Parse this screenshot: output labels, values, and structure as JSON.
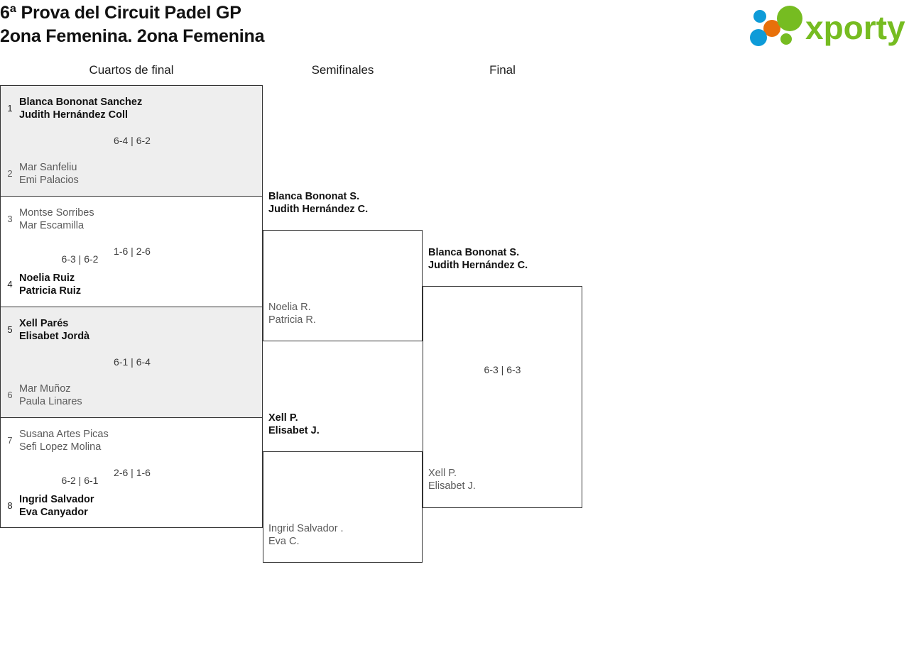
{
  "header": {
    "title_line1": "6ª Prova del Circuit Padel GP",
    "title_line2": "2ona Femenina. 2ona Femenina",
    "logo": {
      "wordmark": "xporty",
      "green": "#76bc21",
      "orange": "#e8700a",
      "blue": "#0e9bd8"
    }
  },
  "rounds": [
    {
      "label": "Cuartos de final"
    },
    {
      "label": "Semifinales"
    },
    {
      "label": "Final"
    }
  ],
  "bracket": {
    "quarterfinals": [
      {
        "shaded": true,
        "score": "6-4 | 6-2",
        "top": {
          "seed": "1",
          "p1": "Blanca Bononat Sanchez",
          "p2": "Judith Hernández Coll",
          "result": "winner"
        },
        "bottom": {
          "seed": "2",
          "p1": "Mar Sanfeliu",
          "p2": "Emi Palacios",
          "result": "loser"
        }
      },
      {
        "shaded": false,
        "score": "1-6 | 2-6",
        "top": {
          "seed": "3",
          "p1": "Montse Sorribes",
          "p2": "Mar Escamilla",
          "result": "loser"
        },
        "bottom": {
          "seed": "4",
          "p1": "Noelia Ruiz",
          "p2": "Patricia Ruiz",
          "result": "winner"
        }
      },
      {
        "shaded": true,
        "score": "6-1 | 6-4",
        "top": {
          "seed": "5",
          "p1": "Xell Parés",
          "p2": "Elisabet Jordà",
          "result": "winner"
        },
        "bottom": {
          "seed": "6",
          "p1": "Mar Muñoz",
          "p2": "Paula Linares",
          "result": "loser"
        }
      },
      {
        "shaded": false,
        "score": "2-6 | 1-6",
        "top": {
          "seed": "7",
          "p1": "Susana Artes Picas",
          "p2": "Sefi Lopez Molina",
          "result": "loser"
        },
        "bottom": {
          "seed": "8",
          "p1": "Ingrid Salvador",
          "p2": "Eva Canyador",
          "result": "winner"
        }
      }
    ],
    "semifinals": [
      {
        "score": "6-3 | 6-2",
        "top": {
          "p1": "Blanca Bononat S.",
          "p2": "Judith Hernández C.",
          "result": "winner"
        },
        "bottom": {
          "p1": "Noelia R.",
          "p2": "Patricia R.",
          "result": "loser"
        }
      },
      {
        "score": "6-2 | 6-1",
        "top": {
          "p1": "Xell P.",
          "p2": "Elisabet J.",
          "result": "winner"
        },
        "bottom": {
          "p1": "Ingrid Salvador .",
          "p2": "Eva C.",
          "result": "loser"
        }
      }
    ],
    "final": {
      "score": "6-3 | 6-3",
      "top": {
        "p1": "Blanca Bononat S.",
        "p2": "Judith Hernández C.",
        "result": "winner"
      },
      "bottom": {
        "p1": "Xell P.",
        "p2": "Elisabet J.",
        "result": "loser"
      }
    }
  }
}
